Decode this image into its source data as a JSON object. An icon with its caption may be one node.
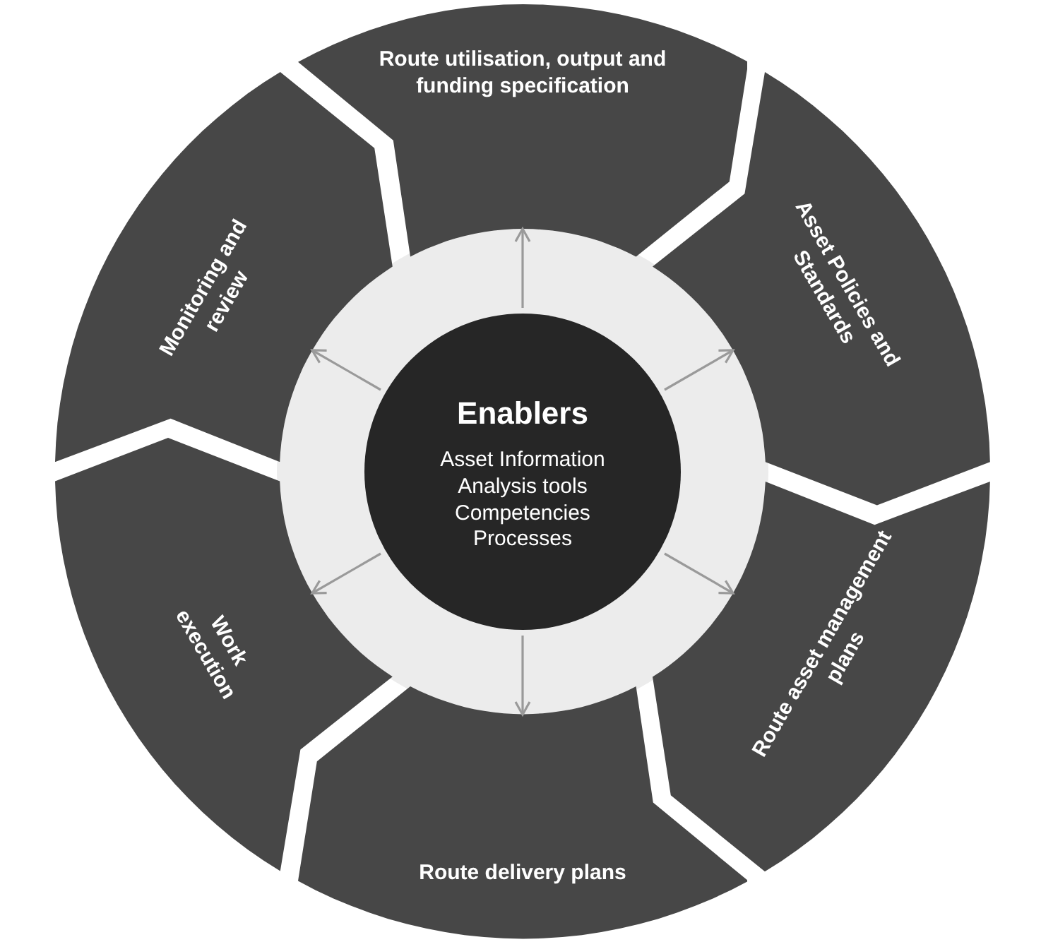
{
  "diagram": {
    "nodes": [
      {
        "text": [
          "Enablers",
          "Asset Information",
          "Analysis tools",
          "Competencies",
          "Processes"
        ]
      },
      {
        "text": [
          "Route utilisation, output and funding specification"
        ]
      },
      {
        "text": [
          "Asset Policies and Standards"
        ]
      },
      {
        "text": [
          "Route asset management plans"
        ]
      },
      {
        "text": [
          "Route delivery plans"
        ]
      },
      {
        "text": [
          "Work execution"
        ]
      },
      {
        "text": [
          "Monitoring and review"
        ]
      }
    ],
    "edges": [
      {
        "from": 0,
        "to": 1,
        "arrow": "to"
      },
      {
        "from": 0,
        "to": 2,
        "arrow": "to"
      },
      {
        "from": 0,
        "to": 3,
        "arrow": "to"
      },
      {
        "from": 0,
        "to": 4,
        "arrow": "to"
      },
      {
        "from": 0,
        "to": 5,
        "arrow": "to"
      },
      {
        "from": 0,
        "to": 6,
        "arrow": "to"
      }
    ]
  }
}
